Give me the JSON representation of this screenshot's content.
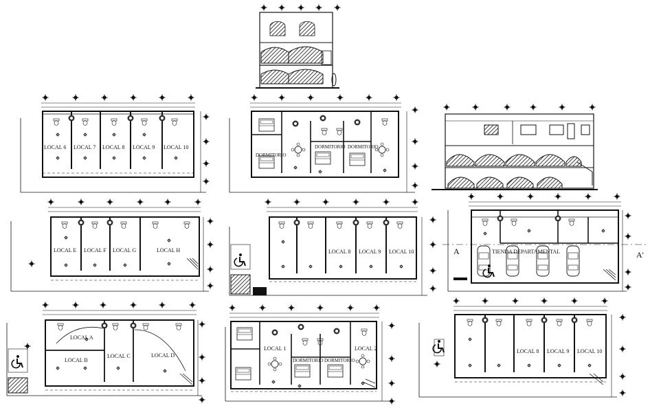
{
  "panels": {
    "plan_top_left": {
      "labels": [
        "LOCAL 6",
        "LOCAL 7",
        "LOCAL 8",
        "LOCAL 9",
        "LOCAL 10"
      ]
    },
    "plan_top_middle": {
      "labels": [
        "DORMITORIO",
        "DORMITORIO",
        "DORMITORIO"
      ]
    },
    "plan_mid_left": {
      "labels": [
        "LOCAL E",
        "LOCAL F",
        "LOCAL G",
        "LOCAL H"
      ]
    },
    "plan_mid_middle": {
      "labels": [
        "LOCAL 8",
        "LOCAL 9",
        "LOCAL 10"
      ]
    },
    "plan_mid_right": {
      "labels": [
        "TIENDA DEPARTAMENTAL"
      ],
      "axis_left": "A",
      "axis_right": "A'"
    },
    "plan_bottom_left": {
      "labels": [
        "LOCAL A",
        "LOCAL B",
        "LOCAL C",
        "LOCAL D"
      ]
    },
    "plan_bottom_middle": {
      "labels": [
        "LOCAL 1",
        "LOCAL 2",
        "DORMITORIO",
        "DORMITORIO"
      ]
    },
    "plan_bottom_right": {
      "labels": [
        "LOCAL 8",
        "LOCAL 9",
        "LOCAL 10"
      ]
    }
  },
  "colors": {
    "ink": "#111111",
    "paper": "#ffffff"
  }
}
